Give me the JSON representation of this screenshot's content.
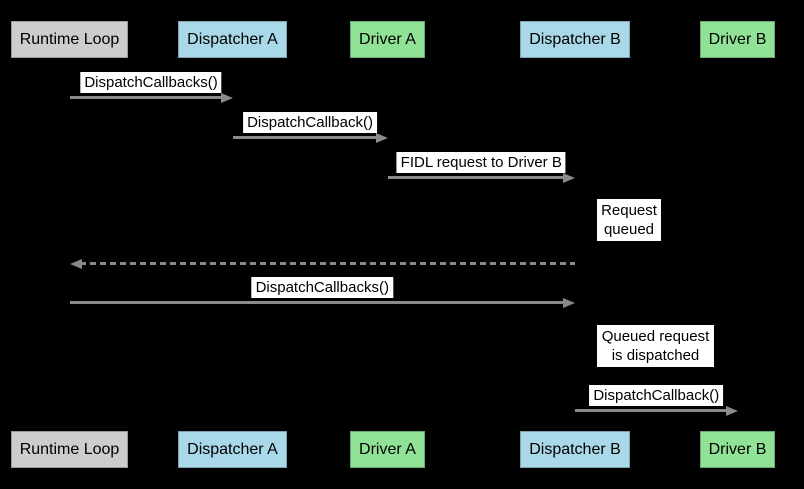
{
  "diagram": {
    "title": "driver dispatch sequence diagram",
    "background_color": "#000000",
    "arrow_color": "#8a8a8a",
    "label_bg_color": "#ffffff",
    "label_text_color": "#000000"
  },
  "actors": [
    {
      "id": "runtime-loop",
      "label": "Runtime Loop",
      "color": "#cdcdcd"
    },
    {
      "id": "dispatcher-a",
      "label": "Dispatcher A",
      "color": "#a9d8e8"
    },
    {
      "id": "driver-a",
      "label": "Driver A",
      "color": "#90e296"
    },
    {
      "id": "dispatcher-b",
      "label": "Dispatcher B",
      "color": "#a9d8e8"
    },
    {
      "id": "driver-b",
      "label": "Driver B",
      "color": "#90e296"
    }
  ],
  "messages": [
    {
      "kind": "arrow",
      "label": "DispatchCallbacks()",
      "from": "runtime-loop",
      "to": "dispatcher-a",
      "style": "solid"
    },
    {
      "kind": "arrow",
      "label": "DispatchCallback()",
      "from": "dispatcher-a",
      "to": "driver-a",
      "style": "solid"
    },
    {
      "kind": "arrow",
      "label": "FIDL request to Driver B",
      "from": "driver-a",
      "to": "dispatcher-b",
      "style": "solid"
    },
    {
      "kind": "note",
      "label": "Request queued",
      "anchor": "dispatcher-b"
    },
    {
      "kind": "arrow",
      "label": "",
      "from": "dispatcher-b",
      "to": "runtime-loop",
      "style": "dashed"
    },
    {
      "kind": "arrow",
      "label": "DispatchCallbacks()",
      "from": "runtime-loop",
      "to": "dispatcher-b",
      "style": "solid"
    },
    {
      "kind": "note",
      "label": "Queued request is dispatched",
      "anchor": "dispatcher-b"
    },
    {
      "kind": "arrow",
      "label": "DispatchCallback()",
      "from": "dispatcher-b",
      "to": "driver-b",
      "style": "solid"
    }
  ]
}
